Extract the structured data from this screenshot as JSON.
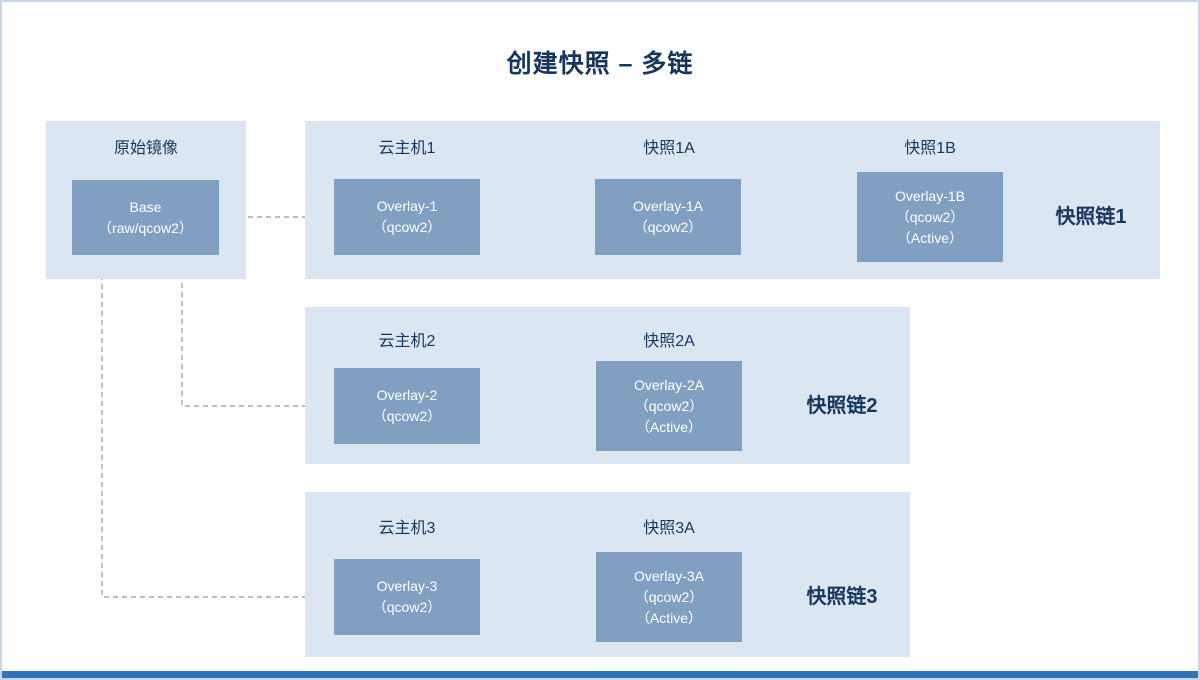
{
  "title": "创建快照 – 多链",
  "base": {
    "panel_label": "原始镜像",
    "box": {
      "line1": "Base",
      "line2": "（raw/qcow2）"
    }
  },
  "chains": [
    {
      "label": "快照链1",
      "columns": [
        {
          "header": "云主机1",
          "line1": "Overlay-1",
          "line2": "（qcow2）"
        },
        {
          "header": "快照1A",
          "line1": "Overlay-1A",
          "line2": "（qcow2）"
        },
        {
          "header": "快照1B",
          "line1": "Overlay-1B",
          "line2": "（qcow2）",
          "line3": "（Active）"
        }
      ]
    },
    {
      "label": "快照链2",
      "columns": [
        {
          "header": "云主机2",
          "line1": "Overlay-2",
          "line2": "（qcow2）"
        },
        {
          "header": "快照2A",
          "line1": "Overlay-2A",
          "line2": "（qcow2）",
          "line3": "（Active）"
        }
      ]
    },
    {
      "label": "快照链3",
      "columns": [
        {
          "header": "云主机3",
          "line1": "Overlay-3",
          "line2": "（qcow2）"
        },
        {
          "header": "快照3A",
          "line1": "Overlay-3A",
          "line2": "（qcow2）",
          "line3": "（Active）"
        }
      ]
    }
  ],
  "colors": {
    "navy": "#17365d",
    "panel": "#dce6f2",
    "box": "#819fc1",
    "box-text": "#ffffff",
    "arrow": "#9aabbf",
    "bar": "#2e75b6",
    "border": "#c9d6e8",
    "background": "#ffffff"
  }
}
